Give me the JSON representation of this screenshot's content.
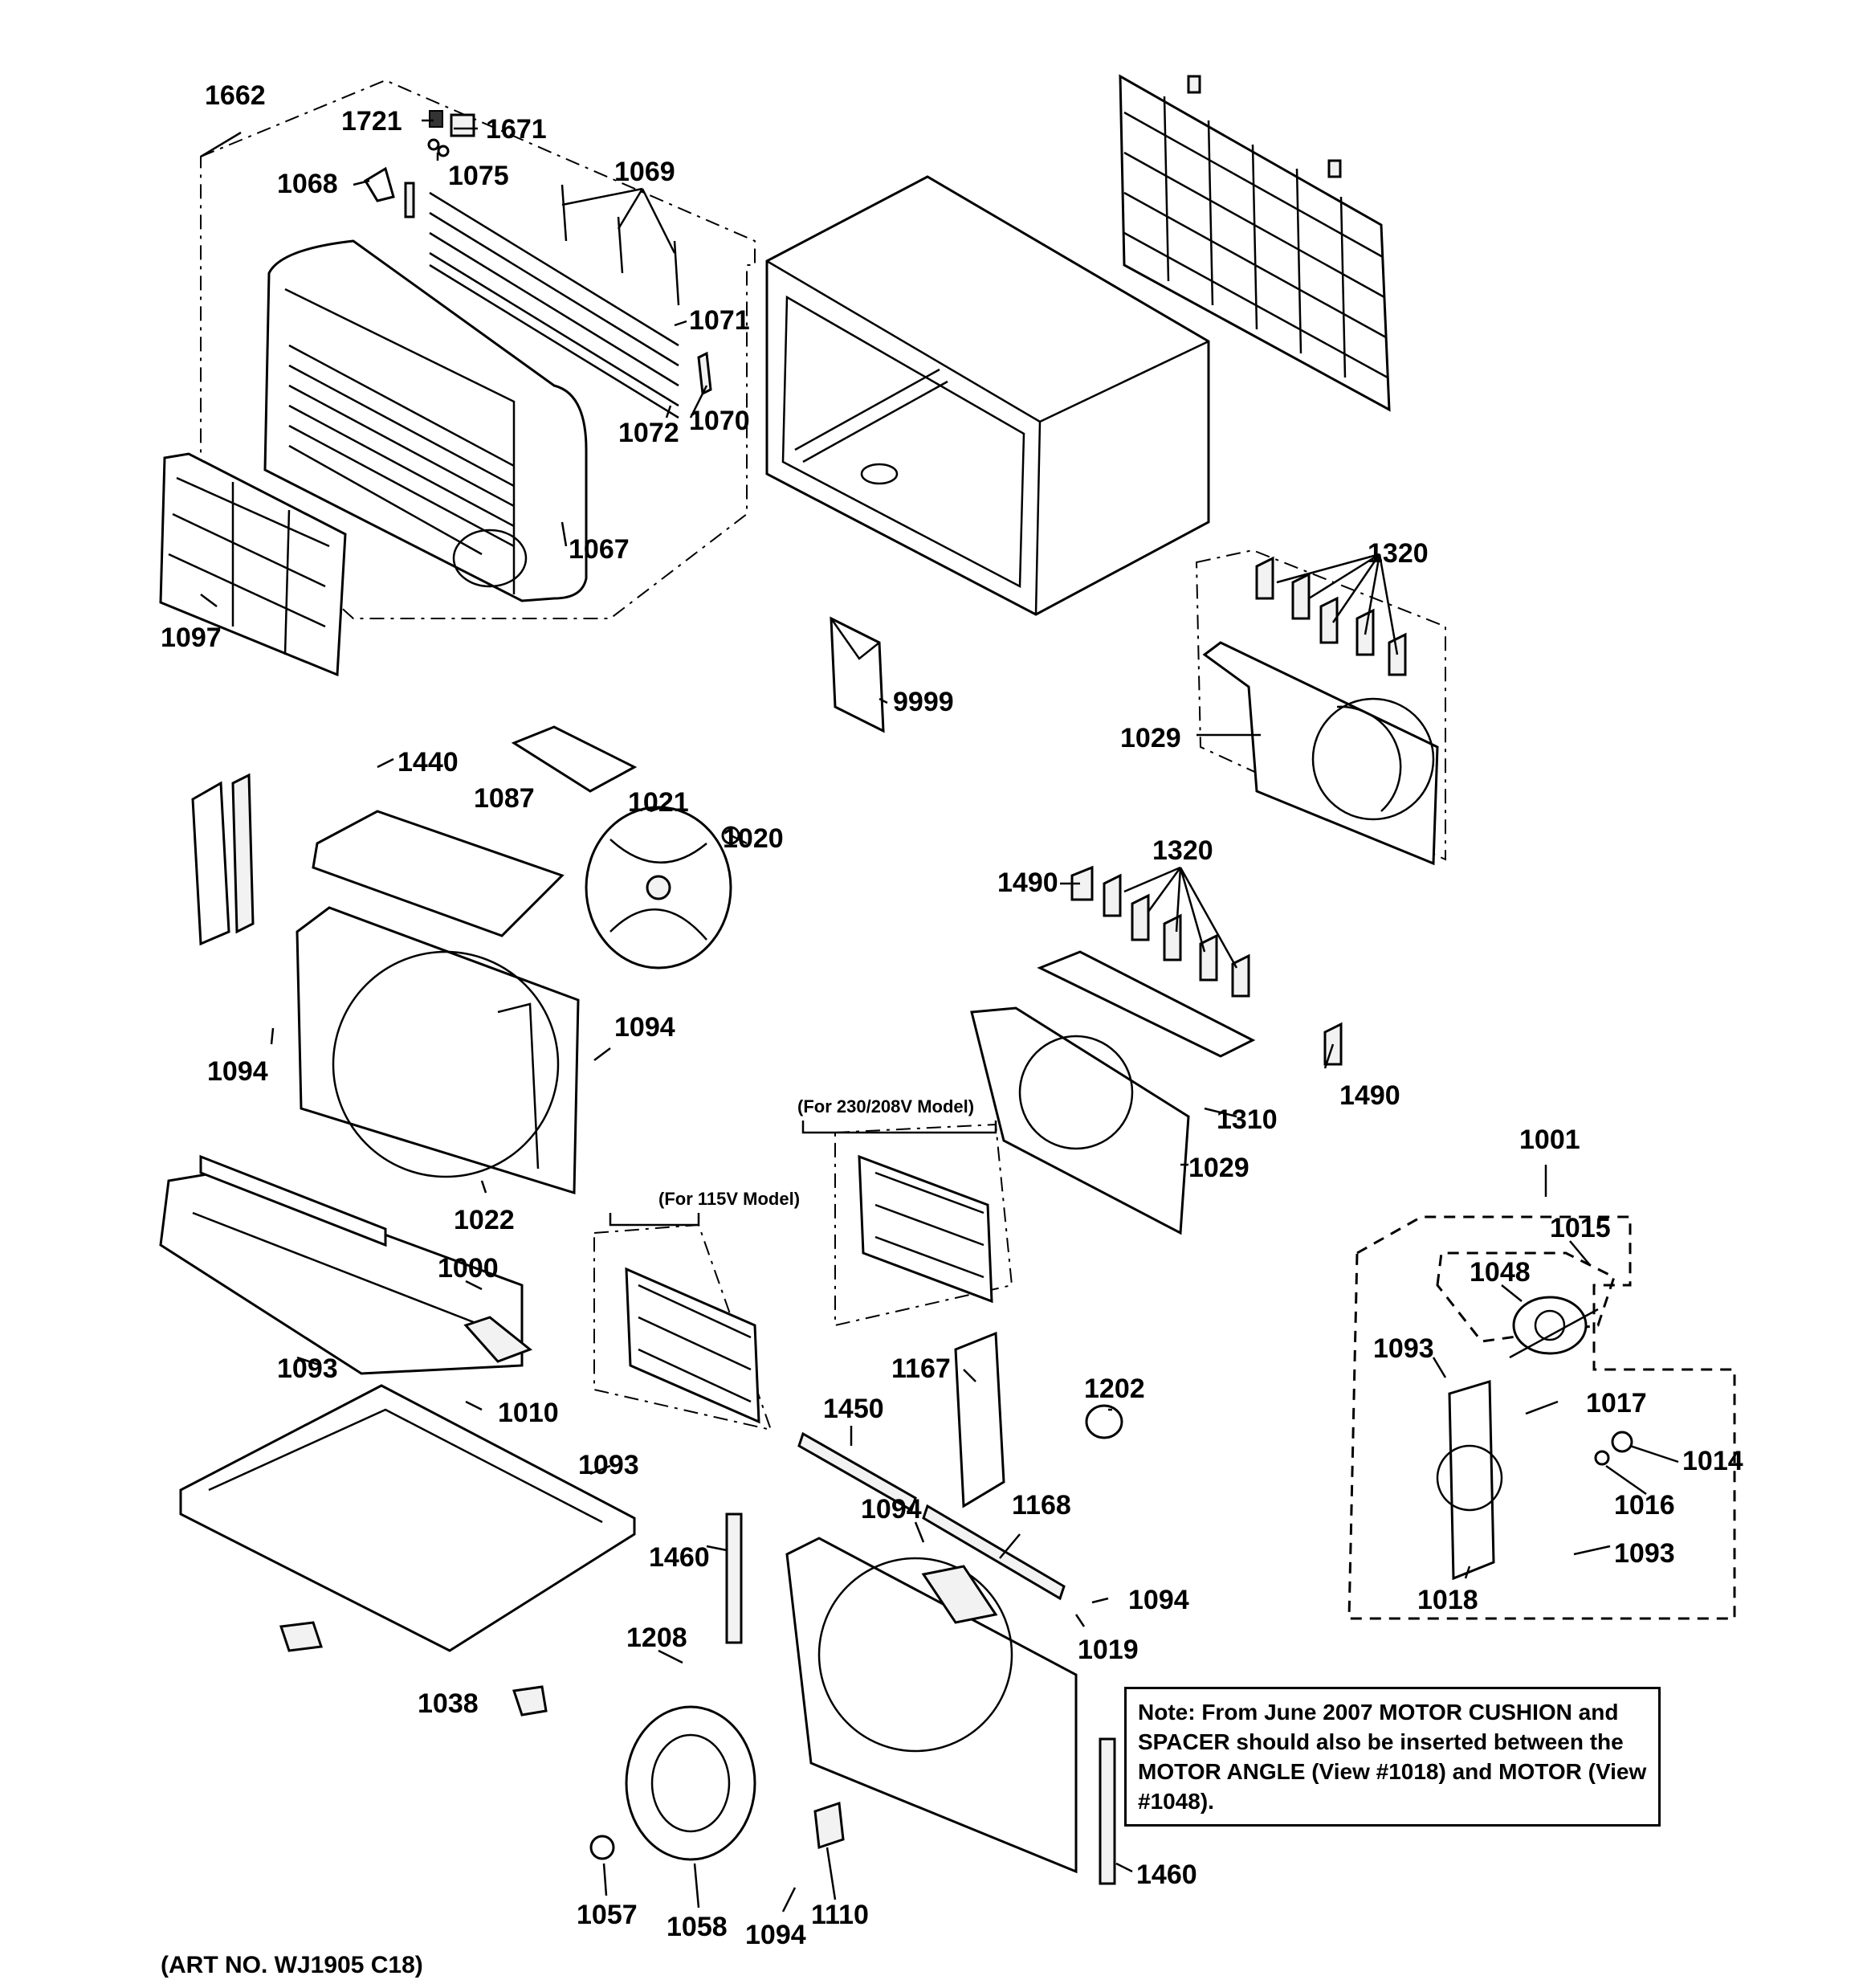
{
  "art_number": "(ART NO. WJ1905 C18)",
  "note": "Note: From June 2007 MOTOR CUSHION and SPACER should also be inserted between the MOTOR ANGLE (View #1018) and MOTOR (View #1048).",
  "group_labels": {
    "model_230": "(For 230/208V Model)",
    "model_115": "(For 115V Model)"
  },
  "part_labels": {
    "p1662": "1662",
    "p1721": "1721",
    "p1671": "1671",
    "p1075": "1075",
    "p1068": "1068",
    "p1069": "1069",
    "p1071": "1071",
    "p1070": "1070",
    "p1072": "1072",
    "p1067": "1067",
    "p1097": "1097",
    "p9999": "9999",
    "p1320a": "1320",
    "p1029a": "1029",
    "p1440": "1440",
    "p1087": "1087",
    "p1021": "1021",
    "p1020": "1020",
    "p1094a": "1094",
    "p1094b": "1094",
    "p1022": "1022",
    "p1000": "1000",
    "p1093a": "1093",
    "p1010": "1010",
    "p1093b": "1093",
    "p1038": "1038",
    "p1490a": "1490",
    "p1320b": "1320",
    "p1310": "1310",
    "p1490b": "1490",
    "p1029b": "1029",
    "p1167": "1167",
    "p1202": "1202",
    "p1450": "1450",
    "p1094c": "1094",
    "p1168": "1168",
    "p1460a": "1460",
    "p1208": "1208",
    "p1094d": "1094",
    "p1019": "1019",
    "p1001": "1001",
    "p1015": "1015",
    "p1048": "1048",
    "p1093c": "1093",
    "p1017": "1017",
    "p1014": "1014",
    "p1016": "1016",
    "p1093d": "1093",
    "p1018": "1018",
    "p1460b": "1460",
    "p1057": "1057",
    "p1058": "1058",
    "p1094e": "1094",
    "p1110": "1110"
  }
}
